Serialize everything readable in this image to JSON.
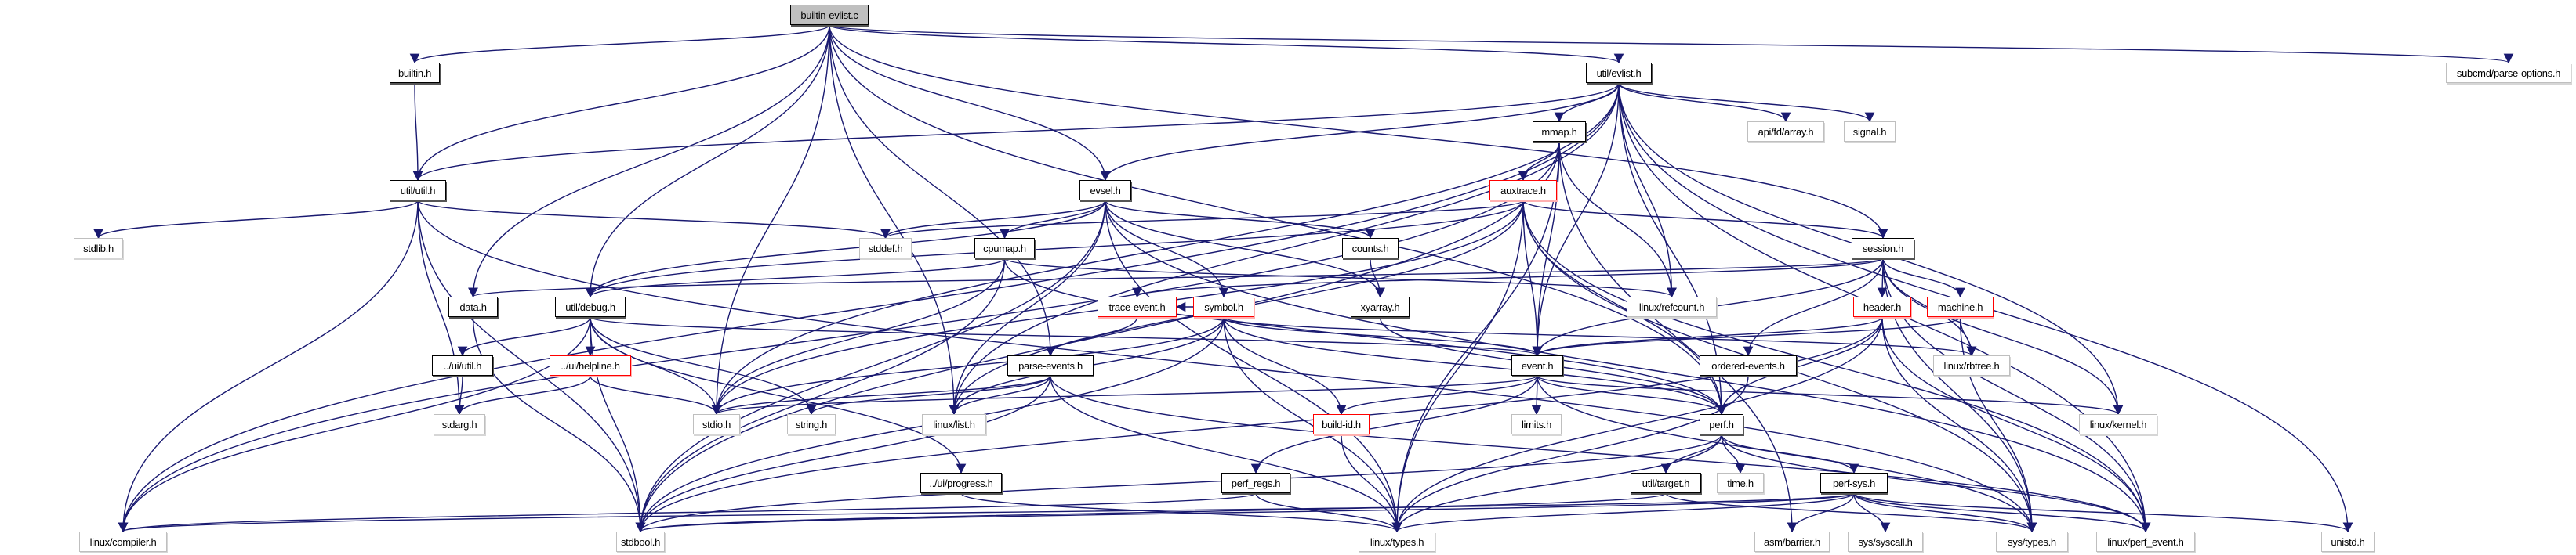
{
  "title": "builtin-evlist.c",
  "colors": {
    "edge": "#191970",
    "root_fill": "#bfbfbf",
    "documented_border": "#000000",
    "undocumented_border": "#bfbfbf",
    "truncated_border": "#ff0000"
  },
  "nodes": [
    {
      "id": "builtin-evlist.c",
      "label": "builtin-evlist.c",
      "kind": "root"
    },
    {
      "id": "builtin.h",
      "label": "builtin.h",
      "kind": "documented"
    },
    {
      "id": "util/evlist.h",
      "label": "util/evlist.h",
      "kind": "documented"
    },
    {
      "id": "subcmd/parse-options.h",
      "label": "subcmd/parse-options.h",
      "kind": "undocumented"
    },
    {
      "id": "mmap.h",
      "label": "mmap.h",
      "kind": "documented"
    },
    {
      "id": "api/fd/array.h",
      "label": "api/fd/array.h",
      "kind": "undocumented"
    },
    {
      "id": "signal.h",
      "label": "signal.h",
      "kind": "undocumented"
    },
    {
      "id": "util/util.h",
      "label": "util/util.h",
      "kind": "documented"
    },
    {
      "id": "evsel.h",
      "label": "evsel.h",
      "kind": "documented"
    },
    {
      "id": "auxtrace.h",
      "label": "auxtrace.h",
      "kind": "truncated"
    },
    {
      "id": "stdlib.h",
      "label": "stdlib.h",
      "kind": "undocumented"
    },
    {
      "id": "stddef.h",
      "label": "stddef.h",
      "kind": "undocumented"
    },
    {
      "id": "cpumap.h",
      "label": "cpumap.h",
      "kind": "documented"
    },
    {
      "id": "counts.h",
      "label": "counts.h",
      "kind": "documented"
    },
    {
      "id": "session.h",
      "label": "session.h",
      "kind": "documented"
    },
    {
      "id": "data.h",
      "label": "data.h",
      "kind": "documented"
    },
    {
      "id": "util/debug.h",
      "label": "util/debug.h",
      "kind": "documented"
    },
    {
      "id": "trace-event.h",
      "label": "trace-event.h",
      "kind": "truncated"
    },
    {
      "id": "symbol.h",
      "label": "symbol.h",
      "kind": "truncated"
    },
    {
      "id": "xyarray.h",
      "label": "xyarray.h",
      "kind": "documented"
    },
    {
      "id": "linux/refcount.h",
      "label": "linux/refcount.h",
      "kind": "undocumented"
    },
    {
      "id": "header.h",
      "label": "header.h",
      "kind": "truncated"
    },
    {
      "id": "machine.h",
      "label": "machine.h",
      "kind": "truncated"
    },
    {
      "id": "../ui/util.h",
      "label": "../ui/util.h",
      "kind": "documented"
    },
    {
      "id": "../ui/helpline.h",
      "label": "../ui/helpline.h",
      "kind": "truncated"
    },
    {
      "id": "parse-events.h",
      "label": "parse-events.h",
      "kind": "documented"
    },
    {
      "id": "event.h",
      "label": "event.h",
      "kind": "documented"
    },
    {
      "id": "ordered-events.h",
      "label": "ordered-events.h",
      "kind": "documented"
    },
    {
      "id": "linux/rbtree.h",
      "label": "linux/rbtree.h",
      "kind": "undocumented"
    },
    {
      "id": "stdarg.h",
      "label": "stdarg.h",
      "kind": "undocumented"
    },
    {
      "id": "stdio.h",
      "label": "stdio.h",
      "kind": "undocumented"
    },
    {
      "id": "string.h",
      "label": "string.h",
      "kind": "undocumented"
    },
    {
      "id": "linux/list.h",
      "label": "linux/list.h",
      "kind": "undocumented"
    },
    {
      "id": "build-id.h",
      "label": "build-id.h",
      "kind": "truncated"
    },
    {
      "id": "limits.h",
      "label": "limits.h",
      "kind": "undocumented"
    },
    {
      "id": "perf.h",
      "label": "perf.h",
      "kind": "documented"
    },
    {
      "id": "linux/kernel.h",
      "label": "linux/kernel.h",
      "kind": "undocumented"
    },
    {
      "id": "../ui/progress.h",
      "label": "../ui/progress.h",
      "kind": "documented"
    },
    {
      "id": "perf_regs.h",
      "label": "perf_regs.h",
      "kind": "documented"
    },
    {
      "id": "util/target.h",
      "label": "util/target.h",
      "kind": "documented"
    },
    {
      "id": "time.h",
      "label": "time.h",
      "kind": "undocumented"
    },
    {
      "id": "perf-sys.h",
      "label": "perf-sys.h",
      "kind": "documented"
    },
    {
      "id": "linux/compiler.h",
      "label": "linux/compiler.h",
      "kind": "undocumented"
    },
    {
      "id": "stdbool.h",
      "label": "stdbool.h",
      "kind": "undocumented"
    },
    {
      "id": "linux/types.h",
      "label": "linux/types.h",
      "kind": "undocumented"
    },
    {
      "id": "asm/barrier.h",
      "label": "asm/barrier.h",
      "kind": "undocumented"
    },
    {
      "id": "sys/syscall.h",
      "label": "sys/syscall.h",
      "kind": "undocumented"
    },
    {
      "id": "sys/types.h",
      "label": "sys/types.h",
      "kind": "undocumented"
    },
    {
      "id": "linux/perf_event.h",
      "label": "linux/perf_event.h",
      "kind": "undocumented"
    },
    {
      "id": "unistd.h",
      "label": "unistd.h",
      "kind": "undocumented"
    }
  ],
  "edges": [
    [
      "builtin-evlist.c",
      "builtin.h"
    ],
    [
      "builtin-evlist.c",
      "util/evlist.h"
    ],
    [
      "builtin-evlist.c",
      "subcmd/parse-options.h"
    ],
    [
      "builtin-evlist.c",
      "util/util.h"
    ],
    [
      "builtin-evlist.c",
      "evsel.h"
    ],
    [
      "builtin-evlist.c",
      "session.h"
    ],
    [
      "builtin-evlist.c",
      "data.h"
    ],
    [
      "builtin-evlist.c",
      "util/debug.h"
    ],
    [
      "builtin-evlist.c",
      "parse-events.h"
    ],
    [
      "builtin-evlist.c",
      "perf.h"
    ],
    [
      "builtin-evlist.c",
      "stdio.h"
    ],
    [
      "builtin-evlist.c",
      "linux/list.h"
    ],
    [
      "builtin.h",
      "util/util.h"
    ],
    [
      "util/evlist.h",
      "mmap.h"
    ],
    [
      "util/evlist.h",
      "api/fd/array.h"
    ],
    [
      "util/evlist.h",
      "signal.h"
    ],
    [
      "util/evlist.h",
      "util/util.h"
    ],
    [
      "util/evlist.h",
      "evsel.h"
    ],
    [
      "util/evlist.h",
      "linux/refcount.h"
    ],
    [
      "util/evlist.h",
      "event.h"
    ],
    [
      "util/evlist.h",
      "stdio.h"
    ],
    [
      "util/evlist.h",
      "linux/list.h"
    ],
    [
      "util/evlist.h",
      "perf.h"
    ],
    [
      "util/evlist.h",
      "linux/kernel.h"
    ],
    [
      "util/evlist.h",
      "linux/compiler.h"
    ],
    [
      "util/evlist.h",
      "unistd.h"
    ],
    [
      "util/evlist.h",
      "linux/perf_event.h"
    ],
    [
      "mmap.h",
      "auxtrace.h"
    ],
    [
      "mmap.h",
      "linux/refcount.h"
    ],
    [
      "mmap.h",
      "event.h"
    ],
    [
      "mmap.h",
      "linux/types.h"
    ],
    [
      "mmap.h",
      "stdbool.h"
    ],
    [
      "mmap.h",
      "linux/compiler.h"
    ],
    [
      "mmap.h",
      "asm/barrier.h"
    ],
    [
      "util/util.h",
      "stdlib.h"
    ],
    [
      "util/util.h",
      "stddef.h"
    ],
    [
      "util/util.h",
      "stdarg.h"
    ],
    [
      "util/util.h",
      "linux/compiler.h"
    ],
    [
      "util/util.h",
      "sys/types.h"
    ],
    [
      "util/util.h",
      "stdbool.h"
    ],
    [
      "evsel.h",
      "stddef.h"
    ],
    [
      "evsel.h",
      "cpumap.h"
    ],
    [
      "evsel.h",
      "counts.h"
    ],
    [
      "evsel.h",
      "symbol.h"
    ],
    [
      "evsel.h",
      "xyarray.h"
    ],
    [
      "evsel.h",
      "linux/list.h"
    ],
    [
      "evsel.h",
      "linux/types.h"
    ],
    [
      "evsel.h",
      "stdbool.h"
    ],
    [
      "evsel.h",
      "linux/perf_event.h"
    ],
    [
      "evsel.h",
      "util/debug.h"
    ],
    [
      "auxtrace.h",
      "stddef.h"
    ],
    [
      "auxtrace.h",
      "session.h"
    ],
    [
      "auxtrace.h",
      "event.h"
    ],
    [
      "auxtrace.h",
      "perf.h"
    ],
    [
      "auxtrace.h",
      "util/debug.h"
    ],
    [
      "auxtrace.h",
      "stdio.h"
    ],
    [
      "auxtrace.h",
      "linux/list.h"
    ],
    [
      "auxtrace.h",
      "linux/types.h"
    ],
    [
      "auxtrace.h",
      "linux/perf_event.h"
    ],
    [
      "auxtrace.h",
      "sys/types.h"
    ],
    [
      "cpumap.h",
      "util/debug.h"
    ],
    [
      "cpumap.h",
      "stdio.h"
    ],
    [
      "cpumap.h",
      "linux/refcount.h"
    ],
    [
      "cpumap.h",
      "stdbool.h"
    ],
    [
      "cpumap.h",
      "perf.h"
    ],
    [
      "counts.h",
      "xyarray.h"
    ],
    [
      "session.h",
      "data.h"
    ],
    [
      "session.h",
      "trace-event.h"
    ],
    [
      "session.h",
      "header.h"
    ],
    [
      "session.h",
      "machine.h"
    ],
    [
      "session.h",
      "event.h"
    ],
    [
      "session.h",
      "ordered-events.h"
    ],
    [
      "session.h",
      "linux/rbtree.h"
    ],
    [
      "session.h",
      "linux/kernel.h"
    ],
    [
      "session.h",
      "linux/perf_event.h"
    ],
    [
      "session.h",
      "sys/types.h"
    ],
    [
      "data.h",
      "stdbool.h"
    ],
    [
      "util/debug.h",
      "../ui/util.h"
    ],
    [
      "util/debug.h",
      "../ui/helpline.h"
    ],
    [
      "util/debug.h",
      "stdio.h"
    ],
    [
      "util/debug.h",
      "string.h"
    ],
    [
      "util/debug.h",
      "event.h"
    ],
    [
      "util/debug.h",
      "../ui/progress.h"
    ],
    [
      "util/debug.h",
      "linux/compiler.h"
    ],
    [
      "util/debug.h",
      "stdbool.h"
    ],
    [
      "trace-event.h",
      "parse-events.h"
    ],
    [
      "symbol.h",
      "trace-event.h"
    ],
    [
      "symbol.h",
      "event.h"
    ],
    [
      "symbol.h",
      "build-id.h"
    ],
    [
      "symbol.h",
      "stdio.h"
    ],
    [
      "symbol.h",
      "linux/list.h"
    ],
    [
      "symbol.h",
      "linux/rbtree.h"
    ],
    [
      "symbol.h",
      "linux/types.h"
    ],
    [
      "symbol.h",
      "stdbool.h"
    ],
    [
      "symbol.h",
      "perf.h"
    ],
    [
      "xyarray.h",
      "perf.h"
    ],
    [
      "header.h",
      "event.h"
    ],
    [
      "header.h",
      "perf.h"
    ],
    [
      "header.h",
      "linux/types.h"
    ],
    [
      "header.h",
      "sys/types.h"
    ],
    [
      "header.h",
      "linux/perf_event.h"
    ],
    [
      "header.h",
      "stdbool.h"
    ],
    [
      "machine.h",
      "event.h"
    ],
    [
      "machine.h",
      "linux/rbtree.h"
    ],
    [
      "machine.h",
      "sys/types.h"
    ],
    [
      "../ui/util.h",
      "stdarg.h"
    ],
    [
      "../ui/helpline.h",
      "stdio.h"
    ],
    [
      "../ui/helpline.h",
      "stdarg.h"
    ],
    [
      "parse-events.h",
      "linux/list.h"
    ],
    [
      "parse-events.h",
      "stdio.h"
    ],
    [
      "parse-events.h",
      "string.h"
    ],
    [
      "parse-events.h",
      "stdbool.h"
    ],
    [
      "parse-events.h",
      "linux/types.h"
    ],
    [
      "parse-events.h",
      "linux/perf_event.h"
    ],
    [
      "event.h",
      "stdio.h"
    ],
    [
      "event.h",
      "limits.h"
    ],
    [
      "event.h",
      "build-id.h"
    ],
    [
      "event.h",
      "perf.h"
    ],
    [
      "event.h",
      "perf_regs.h"
    ],
    [
      "event.h",
      "linux/kernel.h"
    ],
    [
      "event.h",
      "sys/types.h"
    ],
    [
      "ordered-events.h",
      "linux/types.h"
    ],
    [
      "build-id.h",
      "linux/types.h"
    ],
    [
      "perf.h",
      "util/target.h"
    ],
    [
      "perf.h",
      "time.h"
    ],
    [
      "perf.h",
      "perf-sys.h"
    ],
    [
      "perf.h",
      "stdbool.h"
    ],
    [
      "perf.h",
      "linux/types.h"
    ],
    [
      "perf.h",
      "linux/perf_event.h"
    ],
    [
      "../ui/progress.h",
      "linux/types.h"
    ],
    [
      "perf_regs.h",
      "linux/types.h"
    ],
    [
      "perf_regs.h",
      "linux/compiler.h"
    ],
    [
      "util/target.h",
      "stdbool.h"
    ],
    [
      "util/target.h",
      "sys/types.h"
    ],
    [
      "perf-sys.h",
      "unistd.h"
    ],
    [
      "perf-sys.h",
      "sys/types.h"
    ],
    [
      "perf-sys.h",
      "sys/syscall.h"
    ],
    [
      "perf-sys.h",
      "linux/types.h"
    ],
    [
      "perf-sys.h",
      "linux/compiler.h"
    ],
    [
      "perf-sys.h",
      "linux/perf_event.h"
    ],
    [
      "perf-sys.h",
      "asm/barrier.h"
    ],
    [
      "perf-sys.h",
      "stdbool.h"
    ]
  ]
}
